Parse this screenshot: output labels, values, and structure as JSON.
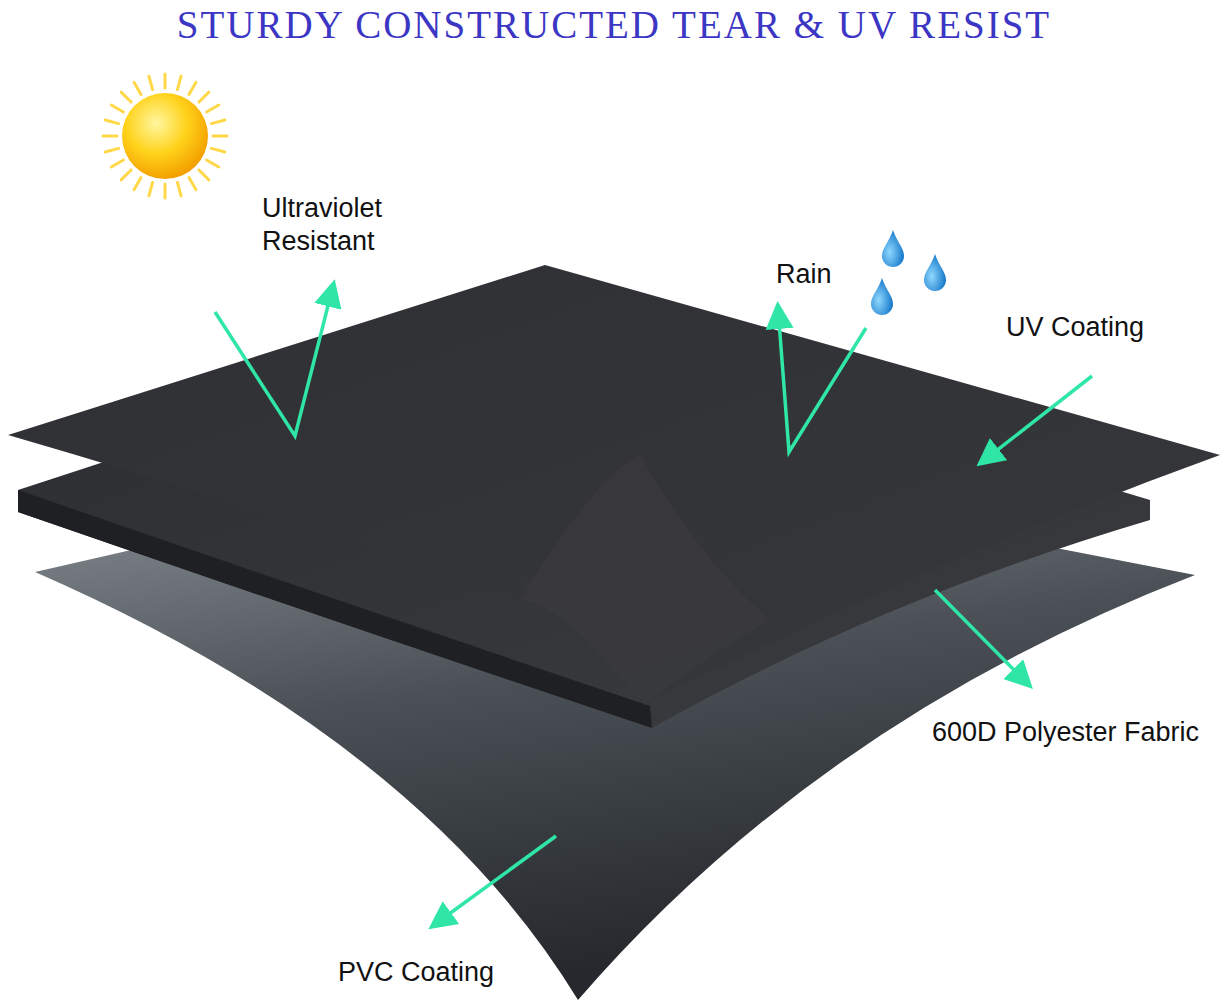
{
  "diagram": {
    "title": "STURDY CONSTRUCTED TEAR & UV RESIST",
    "labels": [
      "Ultraviolet Resistant",
      "Rain",
      "UV Coating",
      "600D Polyester Fabric",
      "PVC Coating"
    ]
  }
}
